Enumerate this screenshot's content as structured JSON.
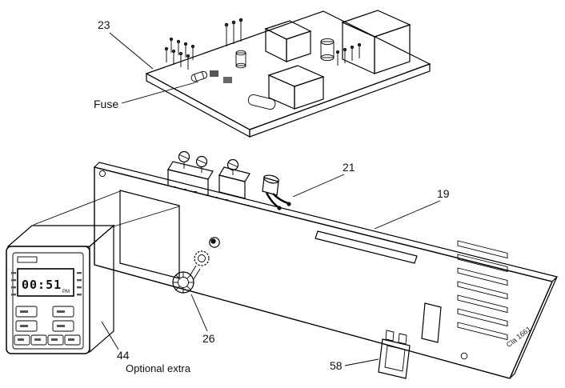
{
  "colors": {
    "ink": "#000000",
    "component_light": "#d9d9d9",
    "component_mid": "#a9a9a9",
    "component_dark": "#1c1c1c",
    "panel_fill": "#ffffff"
  },
  "parts": {
    "pcb_label": "23",
    "fuse_label": "Fuse",
    "connector_label": "21",
    "panel_label": "19",
    "knob_label": "26",
    "timer_label": "44",
    "timer_note": "Optional extra",
    "switch_label": "58",
    "panel_marking": "Cla 1661"
  },
  "timer_display": {
    "time": "00:51",
    "meridiem": "PM"
  }
}
